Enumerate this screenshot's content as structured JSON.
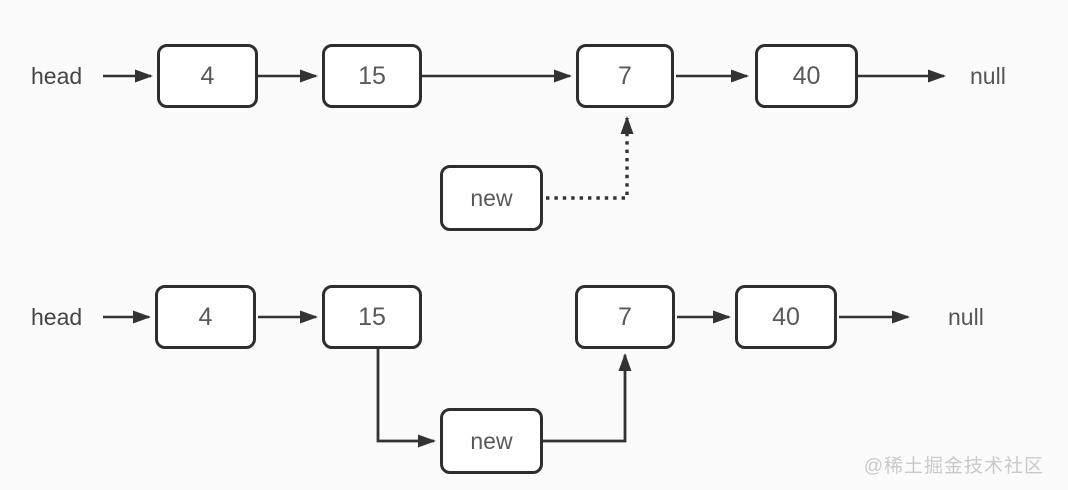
{
  "page": {
    "background_color": "#fbfbfb",
    "line_color": "#333333",
    "box_border_color": "#2e2e2e",
    "box_fill_color": "#ffffff",
    "node_text_color": "#595959",
    "watermark_color": "#c9c9c9"
  },
  "diagram_top": {
    "description": "linked list before insertion: new node points to 7 with dotted arrow",
    "head_label": "head",
    "nodes": [
      "4",
      "15",
      "7",
      "40"
    ],
    "tail_label": "null",
    "new_node_label": "new"
  },
  "diagram_bottom": {
    "description": "linked list after insertion: 15 -> new -> 7",
    "head_label": "head",
    "nodes": [
      "4",
      "15",
      "7",
      "40"
    ],
    "tail_label": "null",
    "new_node_label": "new"
  },
  "watermark": {
    "text": "@稀土掘金技术社区"
  }
}
